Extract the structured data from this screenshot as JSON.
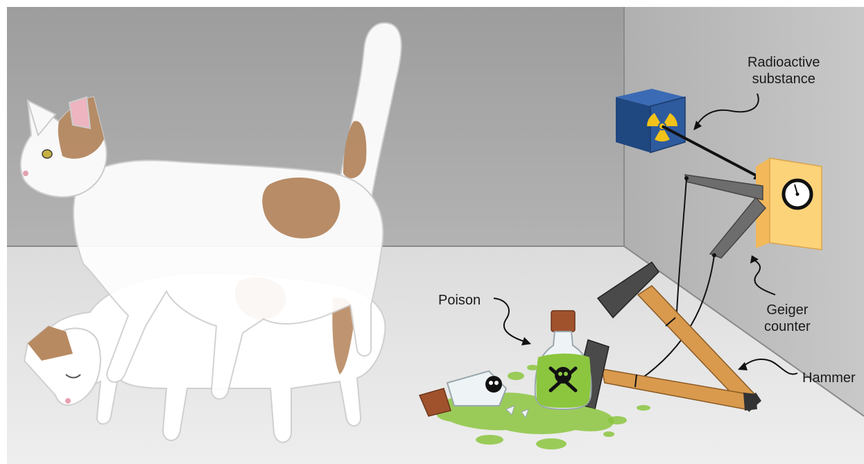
{
  "labels": {
    "radioactive": [
      "Radioactive",
      "substance"
    ],
    "geiger": [
      "Geiger",
      "counter"
    ],
    "hammer": "Hammer",
    "poison": "Poison"
  },
  "colors": {
    "back_wall": "#a6a6a6",
    "side_wall": "#b9b9b9",
    "floor": "#e6e6e6",
    "box_blue": "#2e5a9e",
    "radiation_yellow": "#f2c21a",
    "geiger_body": "#fdd37a",
    "hammer_head": "#4a4a4a",
    "hammer_handle": "#d99a4e",
    "poison_green": "#8cc63f",
    "cat_patch": "#b88a62",
    "cat_body": "#ffffff"
  },
  "icons": [
    "radiation-icon",
    "skull-crossbones-icon",
    "gauge-dial-icon"
  ]
}
